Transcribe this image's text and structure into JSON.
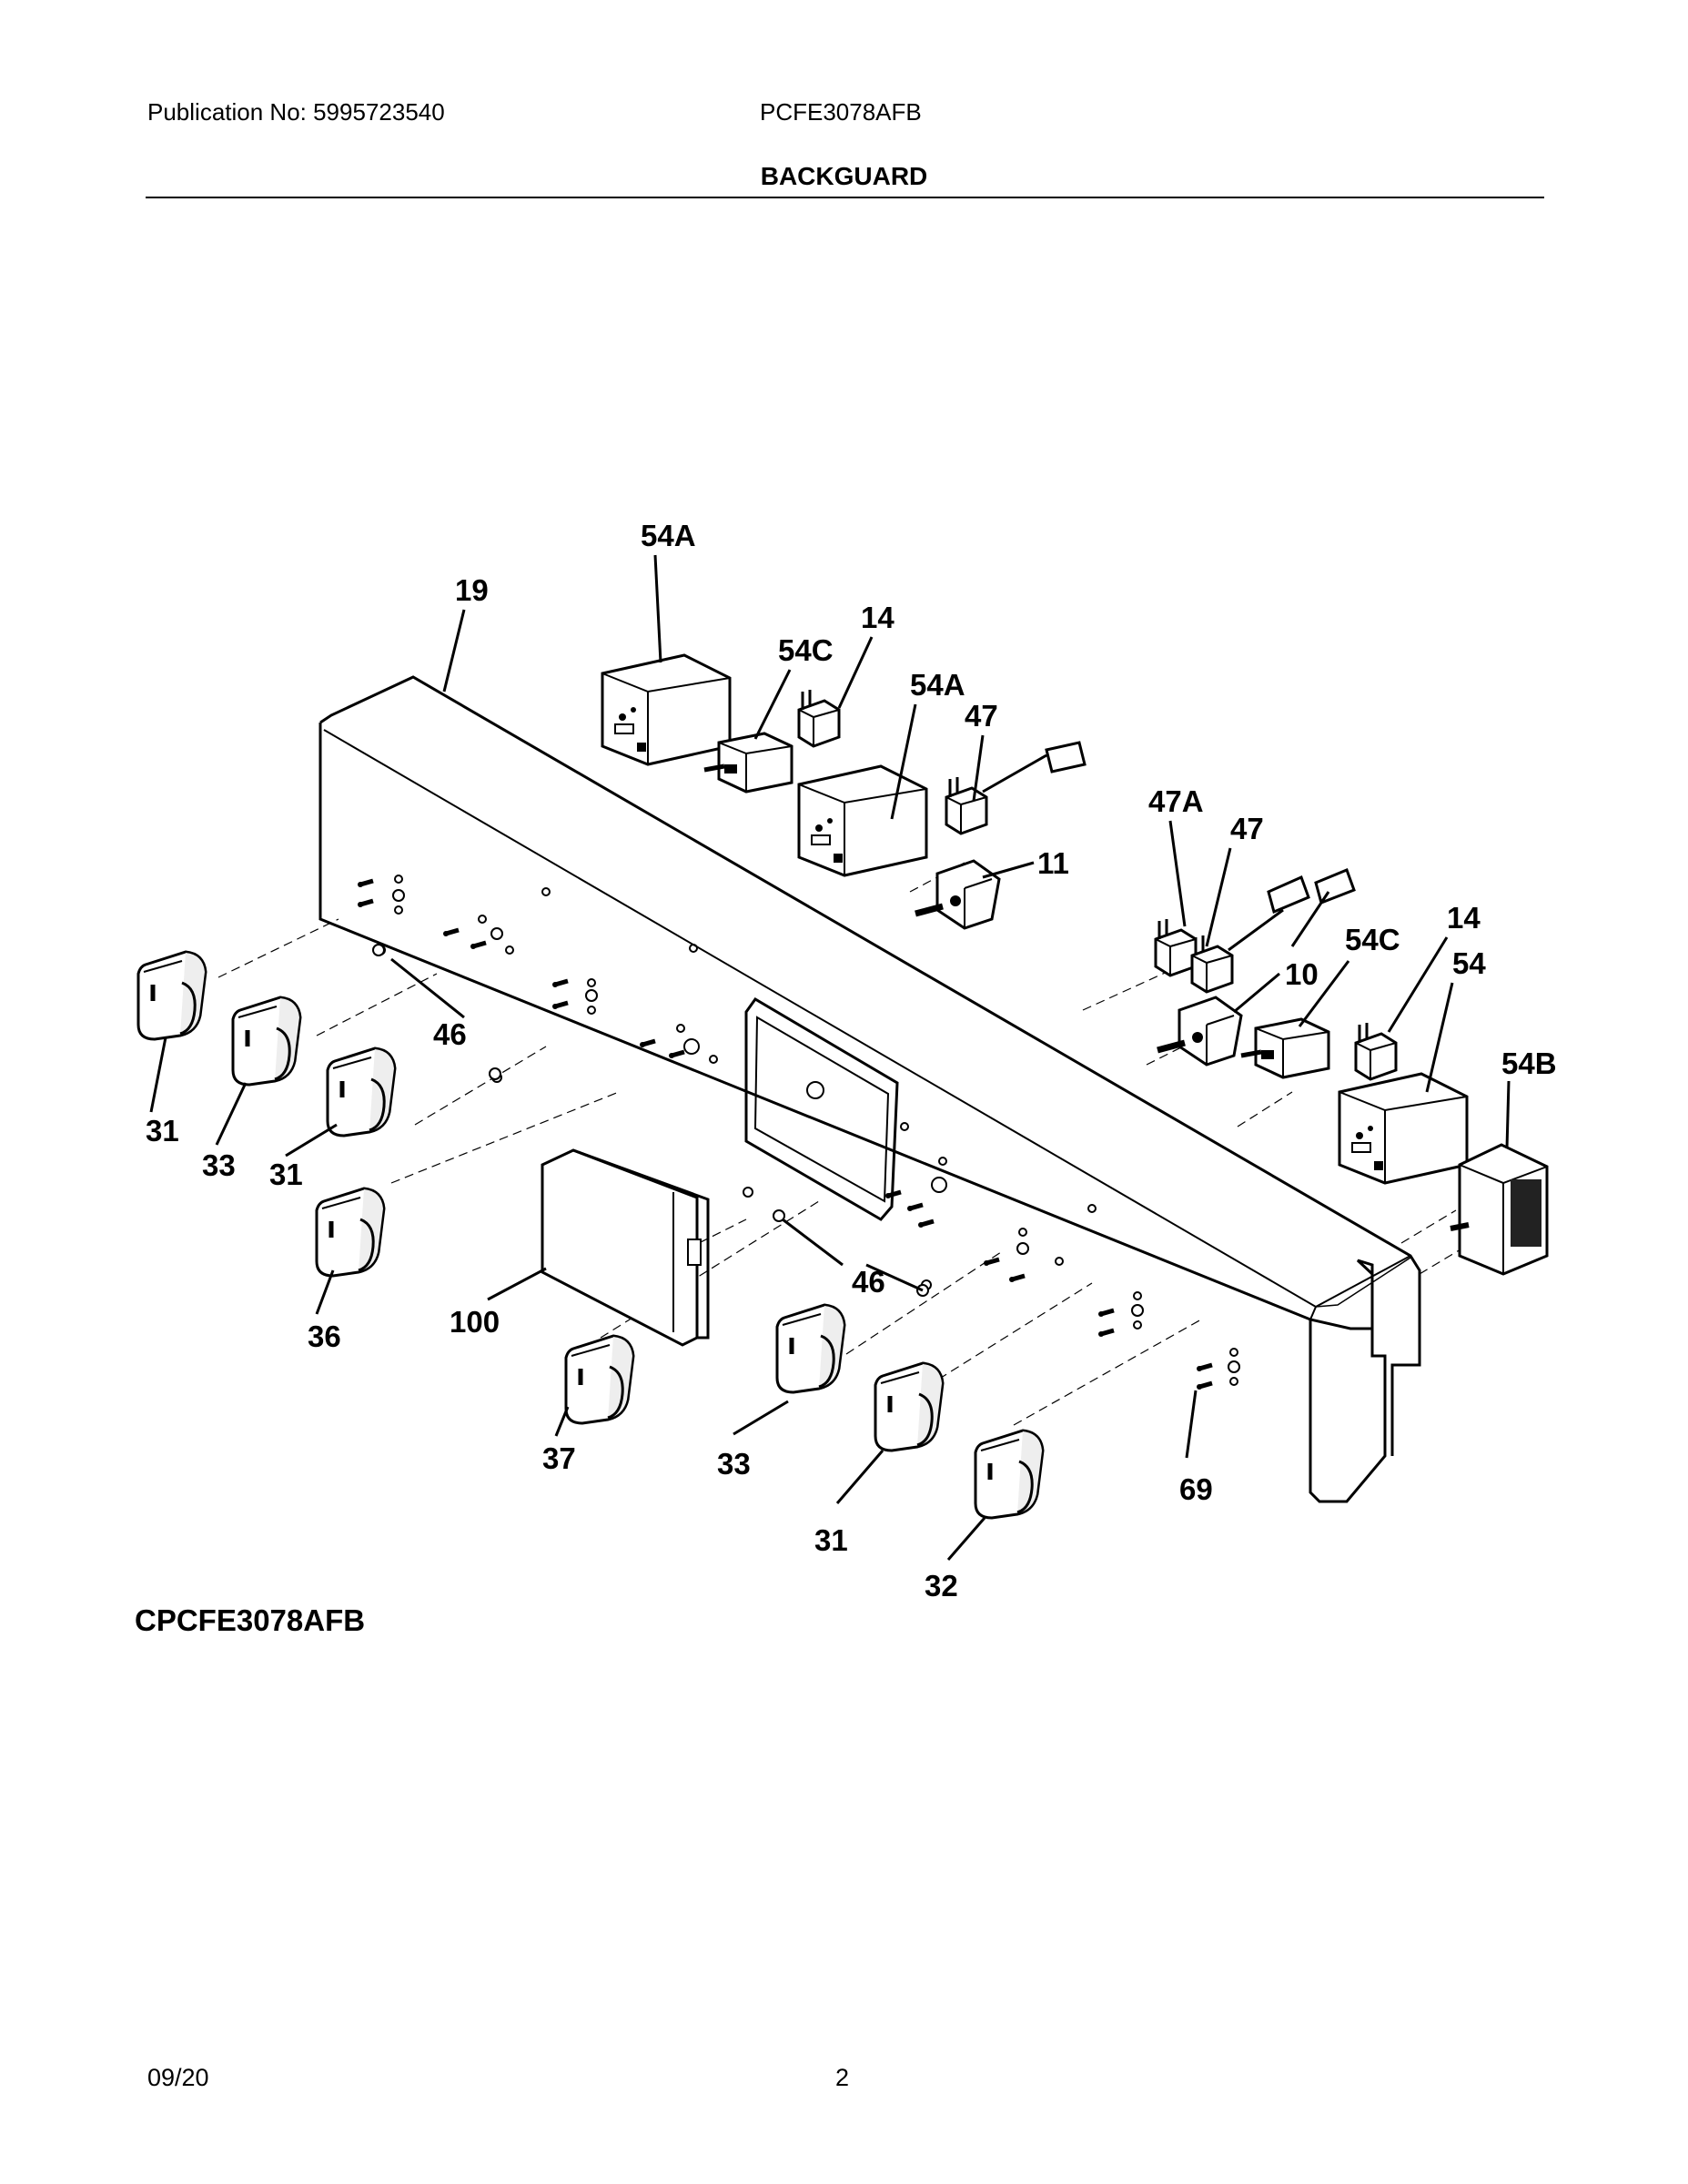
{
  "header": {
    "publication": "Publication No: 5995723540",
    "model": "PCFE3078AFB",
    "section_title": "BACKGUARD"
  },
  "callouts": [
    "54A",
    "19",
    "54C",
    "14",
    "54A",
    "47",
    "11",
    "47A",
    "47",
    "14",
    "10",
    "54C",
    "54",
    "54B",
    "46",
    "31",
    "33",
    "31",
    "36",
    "100",
    "46",
    "37",
    "33",
    "69",
    "31",
    "32"
  ],
  "caption": "CPCFE3078AFB",
  "footer": {
    "date": "09/20",
    "page": "2"
  }
}
